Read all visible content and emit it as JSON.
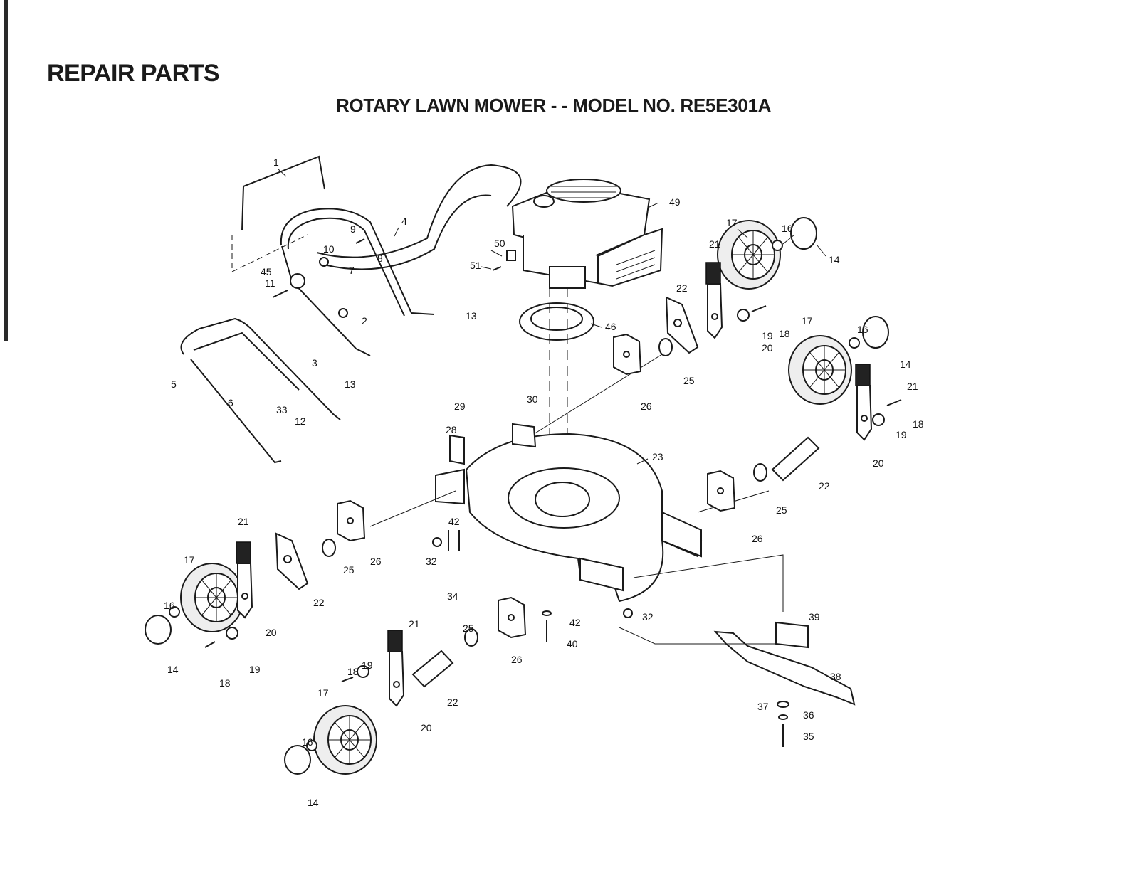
{
  "header": {
    "title": "REPAIR PARTS",
    "subtitle": "ROTARY LAWN MOWER - - MODEL NO. RE5E301A"
  },
  "callouts": [
    "1",
    "2",
    "3",
    "4",
    "5",
    "6",
    "7",
    "8",
    "9",
    "10",
    "11",
    "12",
    "13",
    "13",
    "14",
    "14",
    "14",
    "14",
    "16",
    "16",
    "16",
    "16",
    "17",
    "17",
    "17",
    "17",
    "18",
    "18",
    "18",
    "18",
    "19",
    "19",
    "19",
    "19",
    "20",
    "20",
    "20",
    "20",
    "21",
    "21",
    "21",
    "21",
    "22",
    "22",
    "22",
    "22",
    "23",
    "25",
    "25",
    "25",
    "25",
    "26",
    "26",
    "26",
    "26",
    "28",
    "29",
    "30",
    "32",
    "32",
    "33",
    "34",
    "35",
    "36",
    "37",
    "38",
    "39",
    "40",
    "42",
    "42",
    "45",
    "46",
    "49",
    "50",
    "51"
  ]
}
